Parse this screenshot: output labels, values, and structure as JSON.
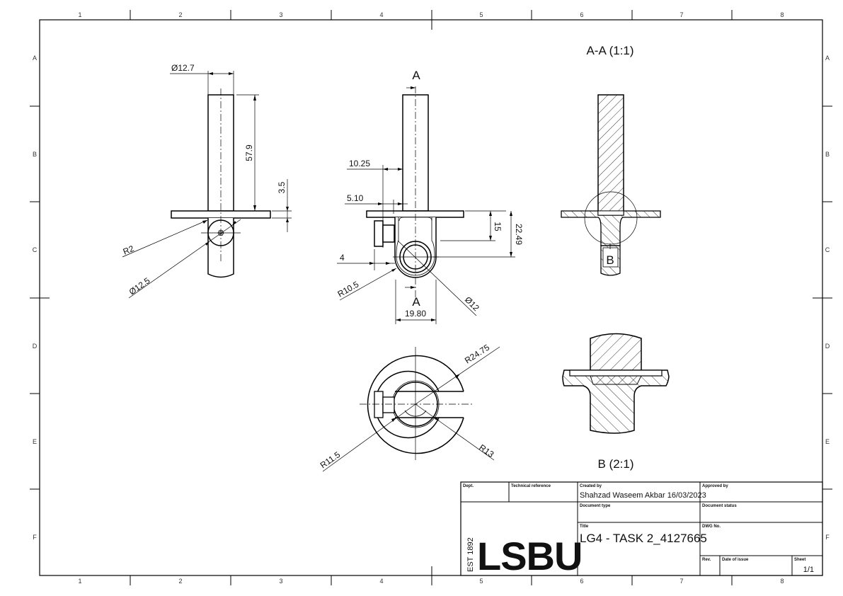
{
  "sheet": {
    "columns": [
      "1",
      "2",
      "3",
      "4",
      "5",
      "6",
      "7",
      "8"
    ],
    "rows": [
      "A",
      "B",
      "C",
      "D",
      "E",
      "F"
    ]
  },
  "views": {
    "side_view": {
      "dims": {
        "shaft_dia": "Ø12.7",
        "height": "57.9",
        "flange_thk": "3.5",
        "fillet": "R2",
        "ball_dia": "Ø12.5"
      }
    },
    "front_view": {
      "section_marker_top": "A",
      "section_marker_bottom": "A",
      "dims": {
        "d1": "10.25",
        "d2": "5.10",
        "d3": "4",
        "d4": "15",
        "d5": "22.49",
        "radius": "R10.5",
        "hole_dia": "Ø12",
        "width": "19.80"
      }
    },
    "section_aa": {
      "title": "A-A (1:1)",
      "detail_marker": "B"
    },
    "top_view": {
      "dims": {
        "outer_r": "R24.75",
        "inner_r": "R11.5",
        "mid_r": "R13"
      }
    },
    "detail_b": {
      "title": "B (2:1)"
    }
  },
  "title_block": {
    "dept_label": "Dept.",
    "dept_value": "",
    "tech_ref_label": "Technical reference",
    "tech_ref_value": "",
    "created_by_label": "Created by",
    "created_by_value": "Shahzad Waseem Akbar  16/03/2023",
    "approved_by_label": "Approved by",
    "approved_by_value": "",
    "doc_type_label": "Document type",
    "doc_type_value": "",
    "doc_status_label": "Document status",
    "doc_status_value": "",
    "title_label": "Title",
    "title_value": "LG4 - TASK 2_4127665",
    "dwg_no_label": "DWG No.",
    "dwg_no_value": "",
    "rev_label": "Rev.",
    "rev_value": "",
    "date_issue_label": "Date of issue",
    "date_issue_value": "",
    "sheet_label": "Sheet",
    "sheet_value": "1/1",
    "logo_text": "LSBU",
    "logo_est": "EST 1892"
  }
}
